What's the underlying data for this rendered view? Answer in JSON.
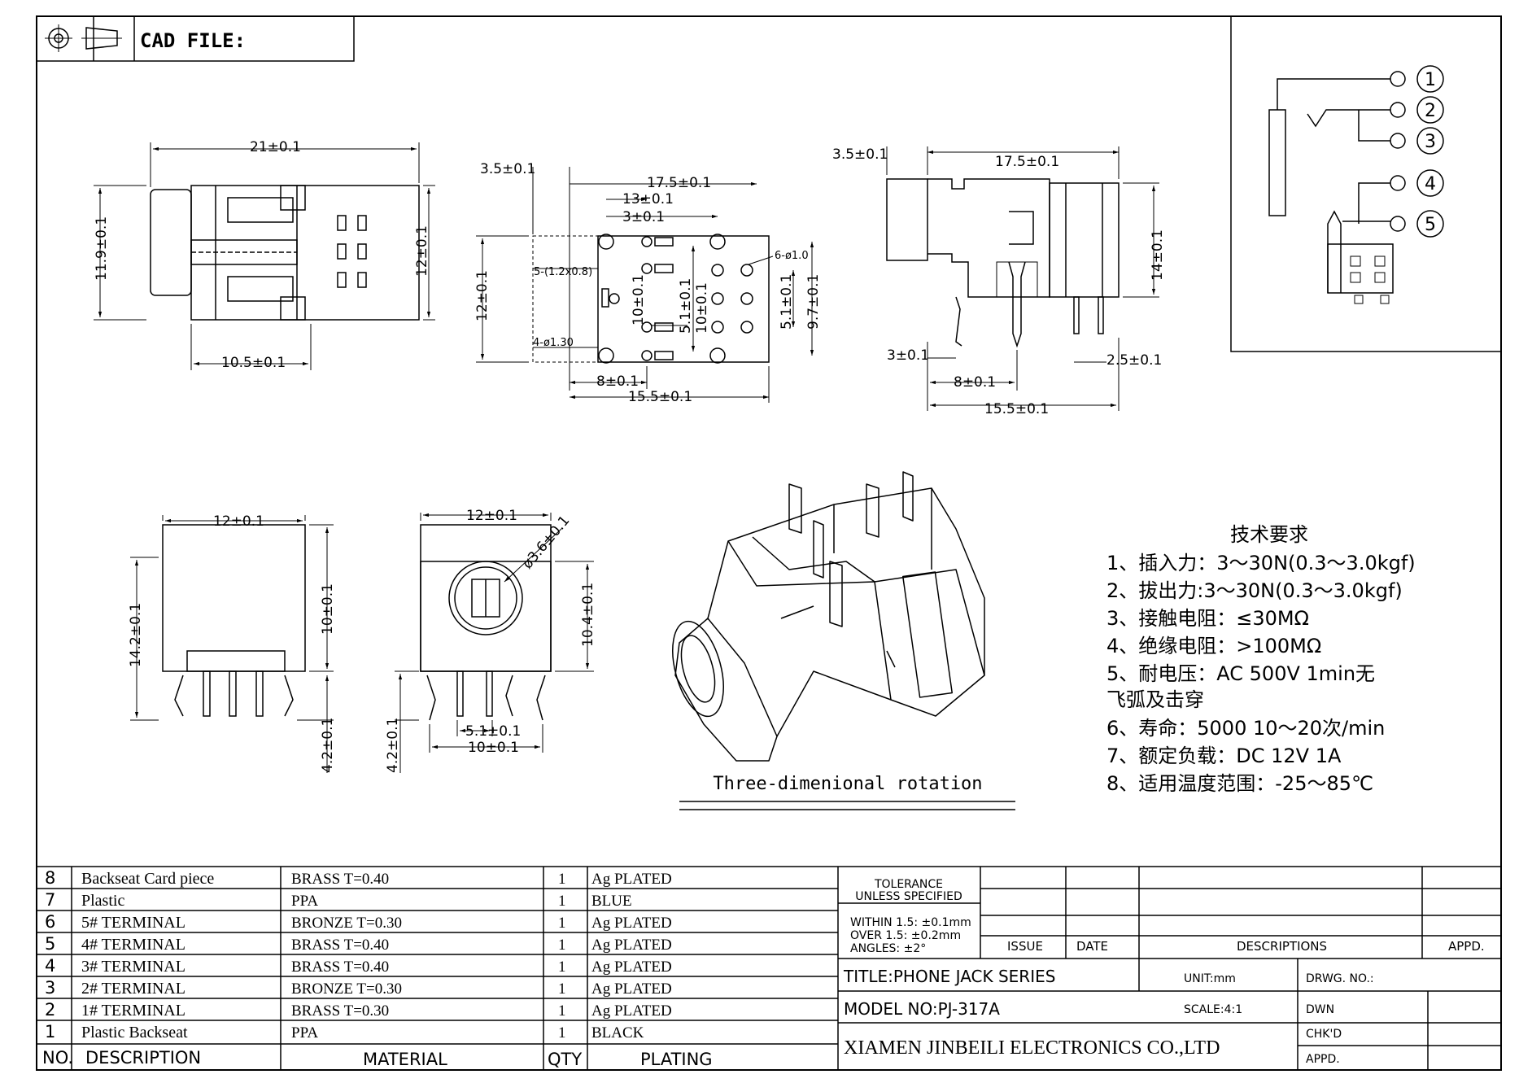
{
  "header": {
    "cad_file_label": "CAD FILE:"
  },
  "dims": {
    "d21": "21±0.1",
    "d11_9": "11.9±0.1",
    "d12": "12±0.1",
    "d10_5": "10.5±0.1",
    "d3_5": "3.5±0.1",
    "d17_5": "17.5±0.1",
    "d13": "13±0.1",
    "d3": "3±0.1",
    "note5": "5-(1.2x0.8)",
    "note6": "6-ø1.0",
    "note4": "4-ø1.30",
    "d10": "10±0.1",
    "d5_1": "5.1±0.1",
    "d9_7": "9.7±0.1",
    "d8": "8±0.1",
    "d15_5": "15.5±0.1",
    "d14": "14±0.1",
    "d2_5": "2.5±0.1",
    "d14_2": "14.2±0.1",
    "d4_2": "4.2±0.1",
    "d3_6": "ø3.6±0.1",
    "d10_4": "10.4±0.1"
  },
  "schematic": {
    "pins": [
      "1",
      "2",
      "3",
      "4",
      "5"
    ]
  },
  "iso_caption": "Three-dimenional rotation",
  "requirements": {
    "title": "技术要求",
    "lines": [
      "1、插入力：3～30N(0.3～3.0kgf)",
      "2、拔出力:3～30N(0.3～3.0kgf)",
      "3、接触电阻：≤30MΩ",
      "4、绝缘电阻：>100MΩ",
      "5、耐电压：AC    500V    1min无",
      "飞弧及击穿",
      "6、寿命：5000  10～20次/min",
      "7、额定负载：DC    12V    1A",
      "8、适用温度范围：-25～85℃"
    ]
  },
  "bom": {
    "rows": [
      {
        "no": "8",
        "desc": "Backseat Card piece",
        "mat": "BRASS T=0.40",
        "qty": "1",
        "plating": "Ag PLATED"
      },
      {
        "no": "7",
        "desc": "Plastic",
        "mat": "PPA",
        "qty": "1",
        "plating": "BLUE"
      },
      {
        "no": "6",
        "desc": "5# TERMINAL",
        "mat": "BRONZE T=0.30",
        "qty": "1",
        "plating": "Ag PLATED"
      },
      {
        "no": "5",
        "desc": "4# TERMINAL",
        "mat": "BRASS T=0.40",
        "qty": "1",
        "plating": "Ag PLATED"
      },
      {
        "no": "4",
        "desc": "3# TERMINAL",
        "mat": "BRASS T=0.40",
        "qty": "1",
        "plating": "Ag PLATED"
      },
      {
        "no": "3",
        "desc": "2# TERMINAL",
        "mat": "BRONZE T=0.30",
        "qty": "1",
        "plating": "Ag PLATED"
      },
      {
        "no": "2",
        "desc": "1# TERMINAL",
        "mat": "BRASS T=0.30",
        "qty": "1",
        "plating": "Ag PLATED"
      },
      {
        "no": "1",
        "desc": "Plastic Backseat",
        "mat": "PPA",
        "qty": "1",
        "plating": "BLACK"
      }
    ],
    "header": {
      "no": "NO.",
      "desc": "DESCRIPTION",
      "mat": "MATERIAL",
      "qty": "QTY",
      "plating": "PLATING"
    }
  },
  "title_block": {
    "tolerance_1": "TOLERANCE",
    "tolerance_2": "UNLESS SPECIFIED",
    "within": "WITHIN 1.5: ±0.1mm",
    "over": "OVER 1.5:  ±0.2mm",
    "angles": "ANGLES: ±2°",
    "issue": "ISSUE",
    "date": "DATE",
    "descriptions": "DESCRIPTIONS",
    "appd_rev": "APPD.",
    "title": "TITLE:PHONE JACK SERIES",
    "unit": "UNIT:mm",
    "drwg_no": "DRWG. NO.:",
    "model": "MODEL NO:PJ-317A",
    "scale": "SCALE:4:1",
    "dwn": "DWN",
    "chkd": "CHK'D",
    "appd": "APPD.",
    "company": "XIAMEN JINBEILI ELECTRONICS CO.,LTD"
  }
}
